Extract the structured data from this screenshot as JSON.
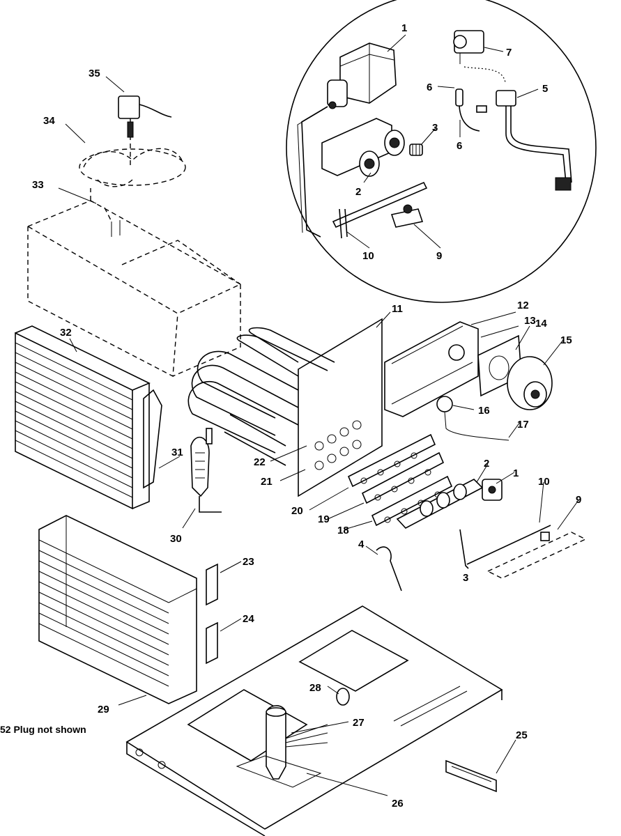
{
  "diagram": {
    "note": "52 Plug not shown",
    "callouts": {
      "c1_top": "1",
      "c7": "7",
      "c6_upper": "6",
      "c5": "5",
      "c3_top": "3",
      "c6_lower": "6",
      "c2_top": "2",
      "c10_top": "10",
      "c9_top": "9",
      "c35": "35",
      "c34": "34",
      "c33": "33",
      "c32": "32",
      "c31": "31",
      "c30": "30",
      "c11": "11",
      "c12": "12",
      "c13": "13",
      "c14": "14",
      "c15": "15",
      "c16": "16",
      "c17": "17",
      "c22": "22",
      "c21": "21",
      "c20": "20",
      "c19": "19",
      "c18": "18",
      "c2_low": "2",
      "c1_low": "1",
      "c10_low": "10",
      "c9_low": "9",
      "c4": "4",
      "c3_low": "3",
      "c23": "23",
      "c24": "24",
      "c29": "29",
      "c28": "28",
      "c27": "27",
      "c26": "26",
      "c25": "25"
    }
  }
}
